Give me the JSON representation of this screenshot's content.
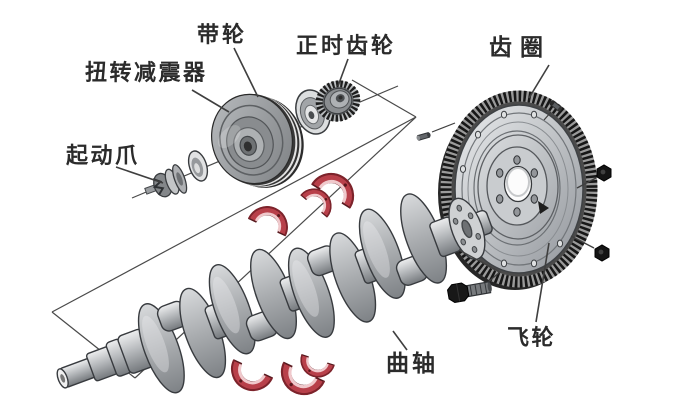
{
  "labels": {
    "starting_claw": "起动爪",
    "torsional_damper": "扭转减震器",
    "belt_pulley": "带轮",
    "timing_gear": "正时齿轮",
    "ring_gear": "齿圈",
    "crankshaft": "曲轴",
    "flywheel": "飞轮"
  },
  "colors": {
    "background": "#ffffff",
    "leader_line": "#3f3f3f",
    "label_text": "#2b2b2b",
    "bearing_shell_red": "#b8404a",
    "bearing_shell_lip": "#f0c9cc",
    "metal_light": "#e9ebec",
    "metal_dark": "#8e9296",
    "ring_gear_teeth": "#171717"
  }
}
